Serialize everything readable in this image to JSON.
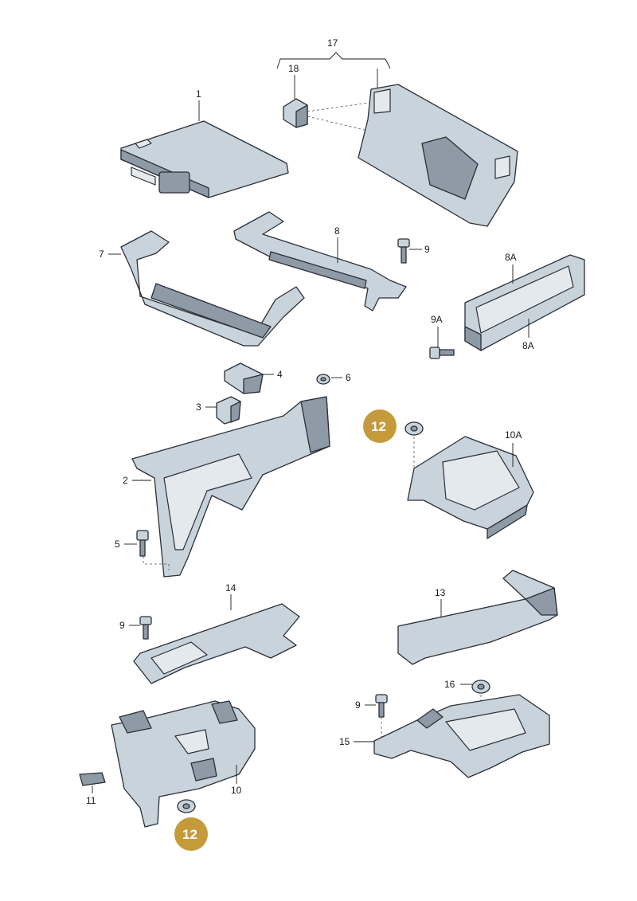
{
  "labels": {
    "l1": "1",
    "l2": "2",
    "l3": "3",
    "l4": "4",
    "l5": "5",
    "l6": "6",
    "l7": "7",
    "l8": "8",
    "l8a_top": "8A",
    "l8a_bottom": "8A",
    "l9_top": "9",
    "l9a": "9A",
    "l9_left": "9",
    "l9_bottom": "9",
    "l10": "10",
    "l10a": "10A",
    "l11": "11",
    "l13": "13",
    "l14": "14",
    "l15": "15",
    "l16": "16",
    "l17": "17",
    "l18": "18"
  },
  "badges": {
    "b12_top": "12",
    "b12_bottom": "12"
  },
  "colors": {
    "badge": "#c59a3b",
    "part": "#c9d3dc",
    "outline": "#2a2f36"
  }
}
